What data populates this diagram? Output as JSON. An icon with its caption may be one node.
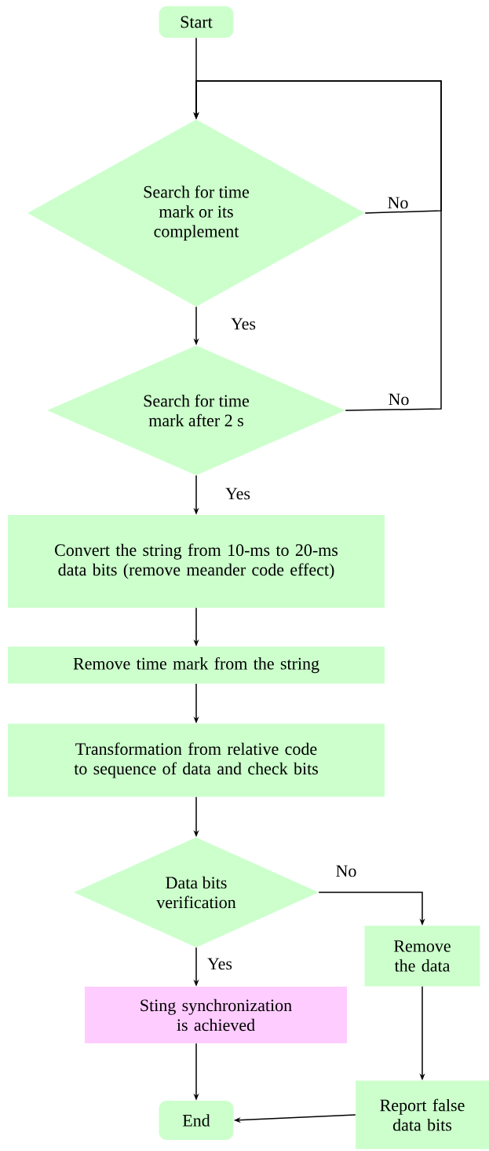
{
  "diagram": {
    "nodes": [
      {
        "text": [
          "Start"
        ]
      },
      {
        "text": [
          "Search for time mark or its complement"
        ]
      },
      {
        "text": [
          "Search for time mark after 2 s"
        ]
      },
      {
        "text": [
          "Convert the string from 10-ms to 20-ms data bits (remove meander code effect)"
        ]
      },
      {
        "text": [
          "Remove time mark from the string"
        ]
      },
      {
        "text": [
          "Transformation from relative code to sequence of data and check bits"
        ]
      },
      {
        "text": [
          "Data bits verification"
        ]
      },
      {
        "text": [
          "Sting synchronization is achieved"
        ]
      },
      {
        "text": [
          "End"
        ]
      },
      {
        "text": [
          "Remove the data"
        ]
      },
      {
        "text": [
          "Report false data bits"
        ]
      }
    ],
    "edges": [
      {
        "from": 0,
        "to": 1,
        "arrow": "to"
      },
      {
        "from": 1,
        "to": 1,
        "label": "No",
        "arrow": "to"
      },
      {
        "from": 2,
        "to": 1,
        "label": "No",
        "arrow": "to"
      },
      {
        "from": 1,
        "to": 2,
        "label": "Yes",
        "arrow": "to"
      },
      {
        "from": 2,
        "to": 3,
        "label": "Yes",
        "arrow": "to"
      },
      {
        "from": 3,
        "to": 4,
        "arrow": "to"
      },
      {
        "from": 4,
        "to": 5,
        "arrow": "to"
      },
      {
        "from": 5,
        "to": 6,
        "arrow": "to"
      },
      {
        "from": 6,
        "to": 7,
        "label": "Yes",
        "arrow": "to"
      },
      {
        "from": 6,
        "to": 9,
        "label": "No",
        "arrow": "to"
      },
      {
        "from": 9,
        "to": 10,
        "arrow": "to"
      },
      {
        "from": 7,
        "to": 8,
        "arrow": "to"
      },
      {
        "from": 10,
        "to": 8,
        "arrow": "to"
      }
    ]
  }
}
